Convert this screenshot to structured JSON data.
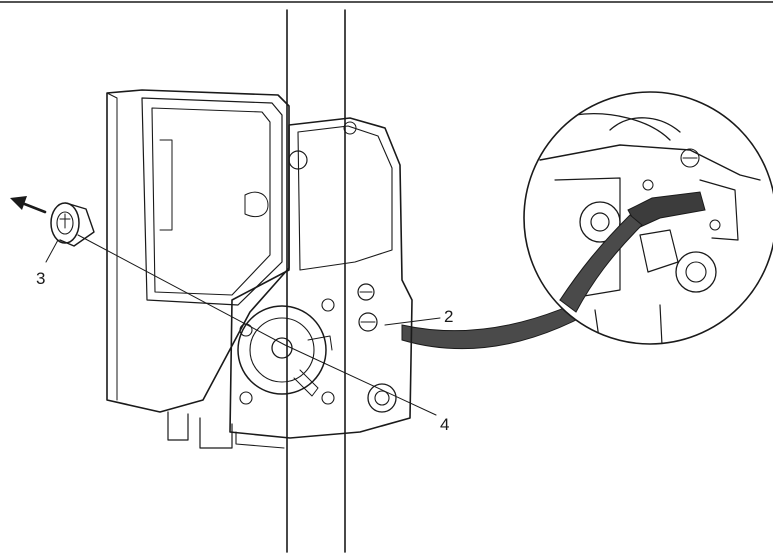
{
  "callouts": {
    "c2": "2",
    "c3": "3",
    "c4": "4"
  },
  "icons": {
    "arrow": "removal-arrow-icon",
    "screw": "torx-screw-icon"
  },
  "colors": {
    "line": "#1a1a1a",
    "background": "#ffffff",
    "cable": "#4a4a4a",
    "cable_dark": "#2e2e2e"
  }
}
